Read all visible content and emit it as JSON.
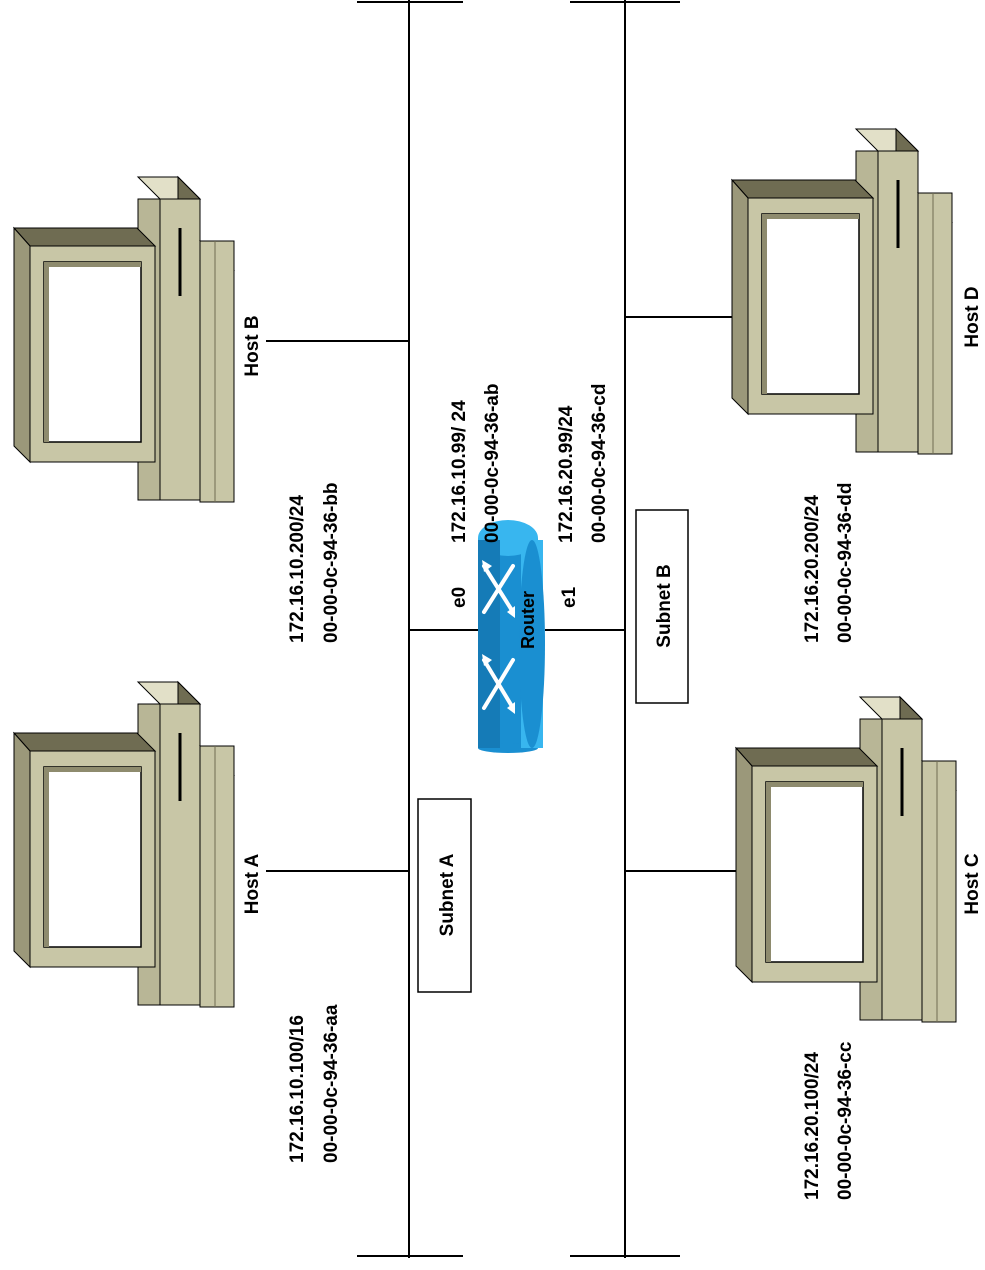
{
  "subnets": {
    "a": {
      "label": "Subnet A"
    },
    "b": {
      "label": "Subnet B"
    }
  },
  "router": {
    "label": "Router",
    "e0": {
      "port": "e0",
      "ip": "172.16.10.99/ 24",
      "mac": "00-00-0c-94-36-ab"
    },
    "e1": {
      "port": "e1",
      "ip": "172.16.20.99/24",
      "mac": "00-00-0c-94-36-cd"
    }
  },
  "hosts": {
    "a": {
      "name": "Host A",
      "ip": "172.16.10.100/16",
      "mac": "00-00-0c-94-36-aa"
    },
    "b": {
      "name": "Host B",
      "ip": "172.16.10.200/24",
      "mac": "00-00-0c-94-36-bb"
    },
    "c": {
      "name": "Host C",
      "ip": "172.16.20.100/24",
      "mac": "00-00-0c-94-36-cc"
    },
    "d": {
      "name": "Host D",
      "ip": "172.16.20.200/24",
      "mac": "00-00-0c-94-36-dd"
    }
  },
  "colors": {
    "computer_body": "#c8c6a6",
    "computer_dark": "#6f6c52",
    "computer_top": "#e2e0c8",
    "screen": "#ffffff",
    "router_body": "#1a8fd1",
    "router_top": "#38b6ef"
  }
}
